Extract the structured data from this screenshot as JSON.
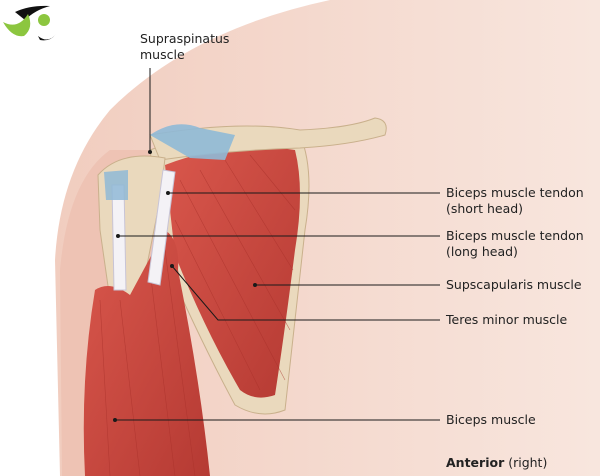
{
  "labels": {
    "supraspinatus_line1": "Supraspinatus",
    "supraspinatus_line2": "muscle",
    "biceps_short_line1": "Biceps muscle tendon",
    "biceps_short_line2": "(short head)",
    "biceps_long_line1": "Biceps muscle tendon",
    "biceps_long_line2": "(long head)",
    "subscapularis": "Supscapularis muscle",
    "teres_minor": "Teres minor muscle",
    "biceps_muscle": "Biceps muscle"
  },
  "view": {
    "bold": "Anterior",
    "rest": " (right)"
  },
  "colors": {
    "skin": "#f4d7ca",
    "muscle": "#c9453d",
    "bone": "#ead9bd",
    "tendon": "#ffffff",
    "cartilage": "#8fb9d6",
    "logo_green": "#8cc63f"
  }
}
